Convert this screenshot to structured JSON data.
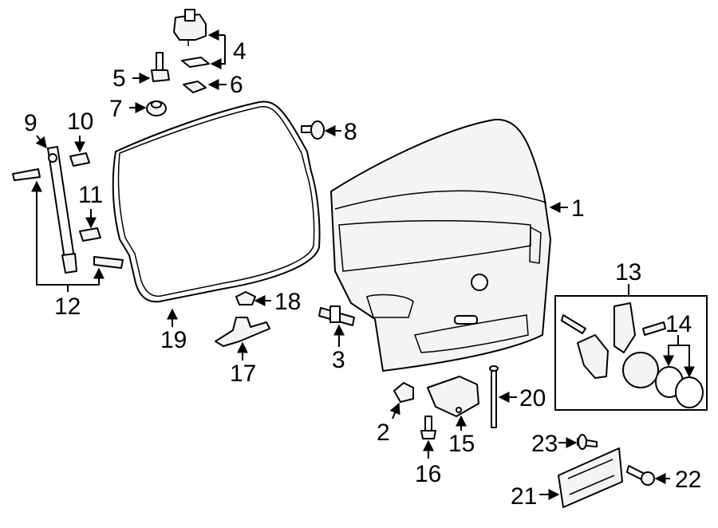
{
  "diagram": {
    "callouts": {
      "c1": "1",
      "c2": "2",
      "c3": "3",
      "c4": "4",
      "c5": "5",
      "c6": "6",
      "c7": "7",
      "c8": "8",
      "c9": "9",
      "c10": "10",
      "c11": "11",
      "c12": "12",
      "c13": "13",
      "c14": "14",
      "c15": "15",
      "c16": "16",
      "c17": "17",
      "c18": "18",
      "c19": "19",
      "c20": "20",
      "c21": "21",
      "c22": "22",
      "c23": "23"
    },
    "colors": {
      "line": "#000000",
      "part_fill": "#f4f4f4",
      "background": "#ffffff"
    }
  }
}
